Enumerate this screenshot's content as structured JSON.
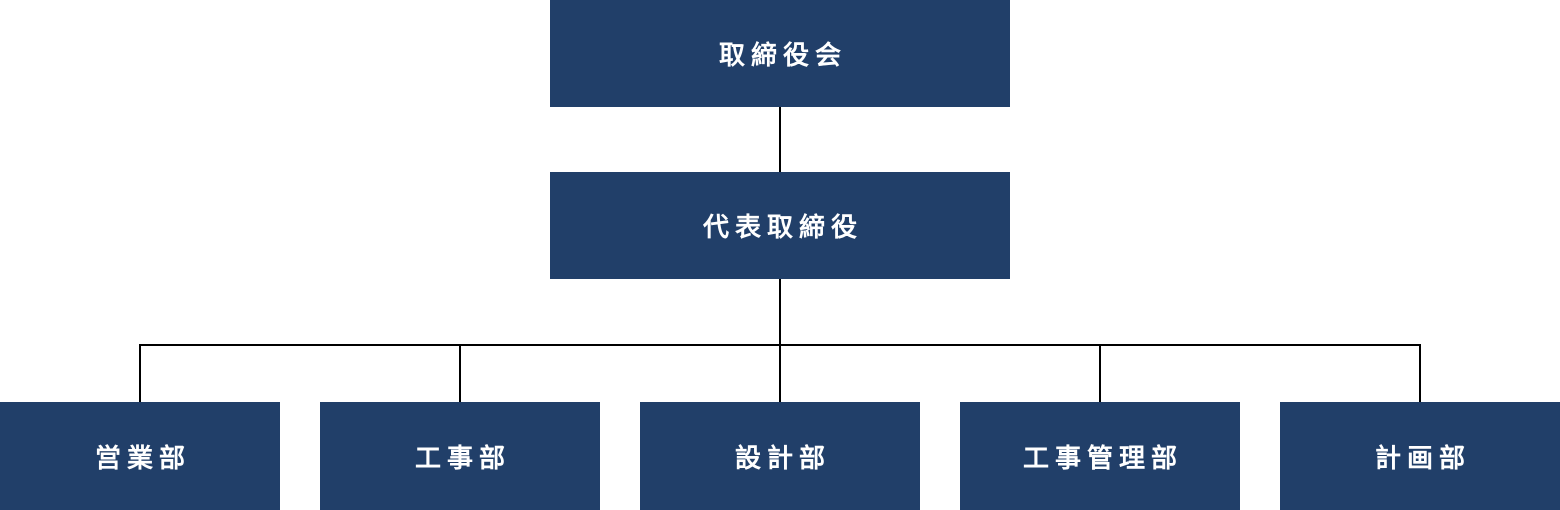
{
  "org_chart": {
    "board": {
      "label": "取締役会"
    },
    "ceo": {
      "label": "代表取締役"
    },
    "departments": [
      {
        "label": "営業部"
      },
      {
        "label": "工事部"
      },
      {
        "label": "設計部"
      },
      {
        "label": "工事管理部"
      },
      {
        "label": "計画部"
      }
    ]
  },
  "colors": {
    "node_fill": "#213f69",
    "node_text": "#ffffff",
    "connector": "#000000"
  }
}
